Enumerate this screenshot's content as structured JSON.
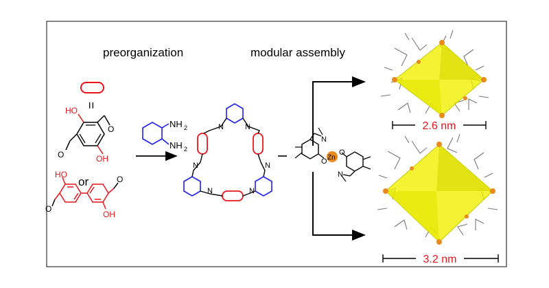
{
  "labels": {
    "preorganization": "preorganization",
    "modular_assembly": "modular assembly",
    "equals": "=",
    "or": "or",
    "scale_top": "2.6 nm",
    "scale_bottom": "3.2 nm"
  },
  "atoms": {
    "O": "O",
    "HO": "HO",
    "OH": "OH",
    "NH2": "NH",
    "sub2": "2",
    "N": "N",
    "Zn": "Zn"
  },
  "colors": {
    "red": "#e8141a",
    "blue": "#1d1df0",
    "black": "#000000",
    "yellow": "#f0f000",
    "gold": "#e88a1e"
  }
}
